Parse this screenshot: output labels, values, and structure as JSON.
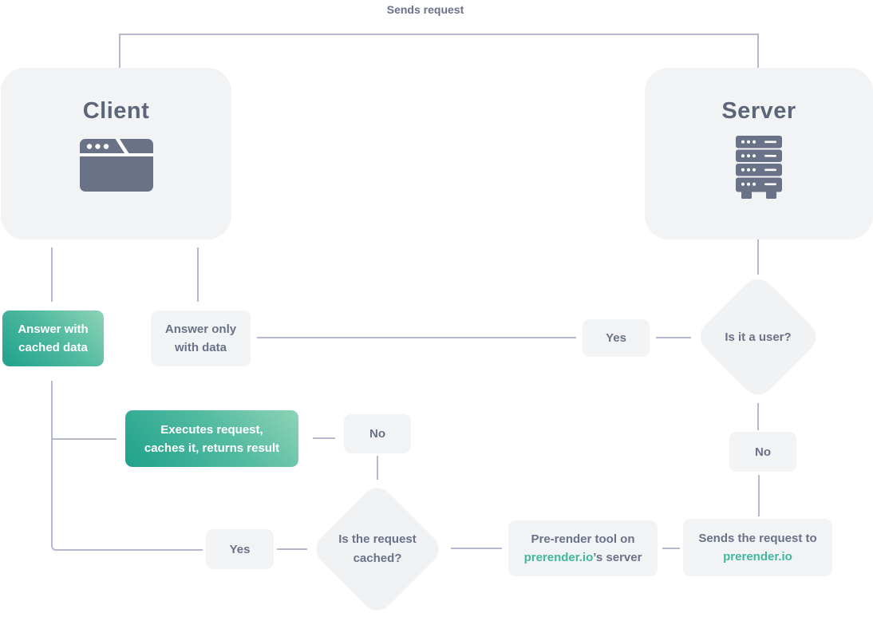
{
  "palette": {
    "box_bg": "#f1f3f5",
    "line": "#b5b9cb",
    "slate_text": "#5d6579",
    "gray_text": "#6b7288",
    "teal": "#41b79c",
    "gradient_dark": "#1fa18c",
    "gradient_light": "#8fd3b7"
  },
  "top_label": "Sends request",
  "client": {
    "title": "Client"
  },
  "server": {
    "title": "Server"
  },
  "nodes": {
    "answer_cached": {
      "line1": "Answer with",
      "line2": "cached data"
    },
    "answer_only": {
      "line1": "Answer only",
      "line2": "with data"
    },
    "yes_top": "Yes",
    "is_user": "Is it a user?",
    "no_right": "No",
    "sends_request": {
      "line1": "Sends the request to",
      "link": "prerender.io"
    },
    "prerender_tool": {
      "line1": "Pre-render tool on",
      "link": "prerender.io",
      "suffix": "’s server"
    },
    "is_cached": {
      "line1": "Is the request",
      "line2": "cached?"
    },
    "no_bottom": "No",
    "executes": {
      "line1": "Executes request,",
      "line2": "caches it, returns result"
    },
    "yes_bottom": "Yes"
  }
}
